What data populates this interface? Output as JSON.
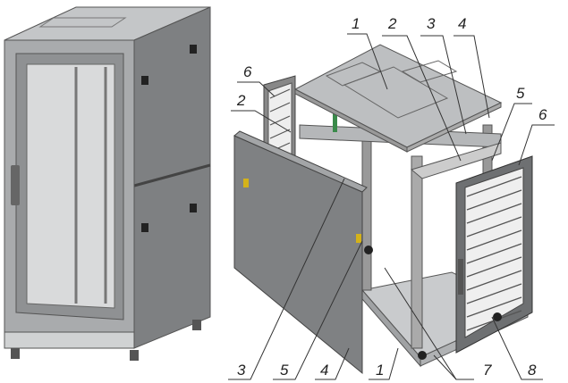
{
  "figure": {
    "callouts_top": [
      "1",
      "2",
      "3",
      "4"
    ],
    "callouts_right": [
      "5",
      "6"
    ],
    "callouts_left": [
      "6",
      "2"
    ],
    "callouts_bottom": [
      "3",
      "5",
      "4",
      "1",
      "7",
      "8"
    ]
  },
  "colors": {
    "panel": "#8a8c8e",
    "panel_dark": "#6f7173",
    "top": "#b9bbbd",
    "frame": "#c8cacc",
    "line": "#333333"
  }
}
